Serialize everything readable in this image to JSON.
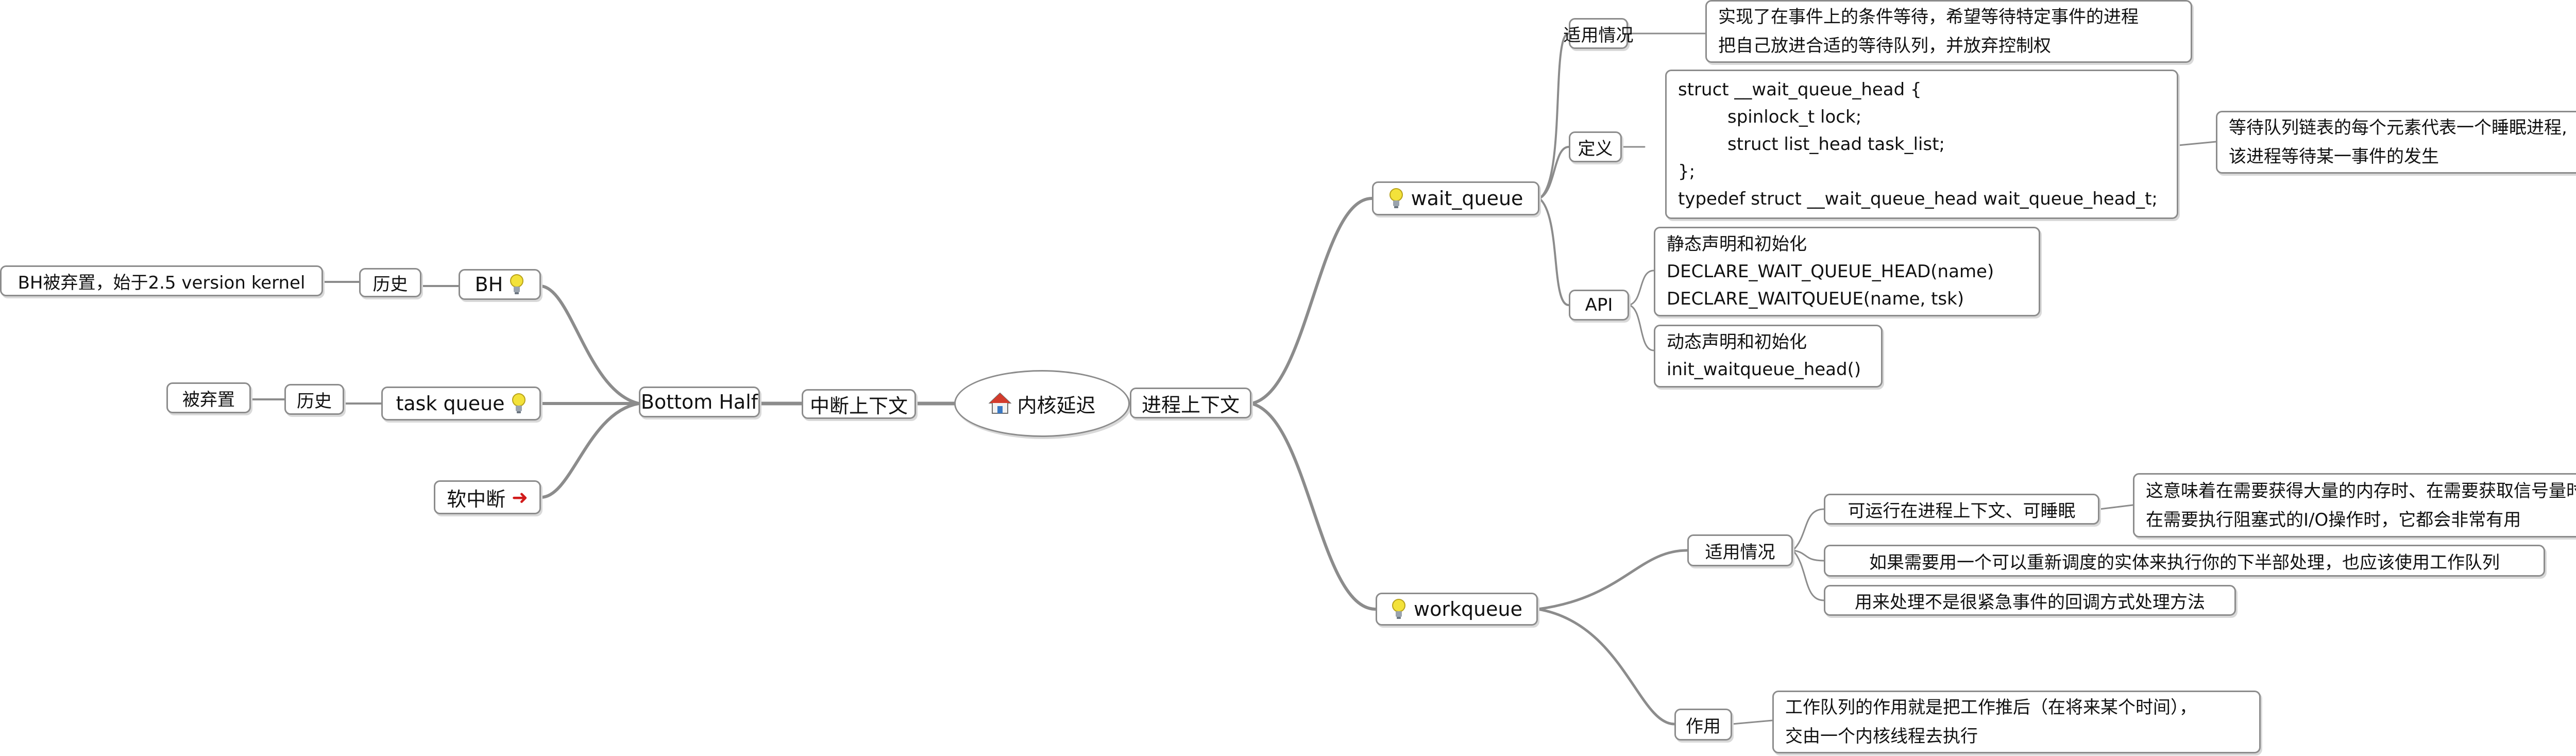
{
  "root": {
    "label": "内核延迟",
    "icon": "house-icon"
  },
  "left": {
    "bottom_half": "Bottom Half",
    "interrupt_context": "中断上下文",
    "bh": {
      "label": "BH",
      "icon": "lightbulb-icon",
      "history": "历史",
      "note": "BH被弃置，始于2.5 version kernel"
    },
    "task_queue": {
      "label": "task queue",
      "icon": "lightbulb-icon",
      "history": "历史",
      "note": "被弃置"
    },
    "softirq": {
      "label": "软中断",
      "icon": "red-arrow-icon"
    }
  },
  "right": {
    "process_context": "进程上下文",
    "wait_queue": {
      "label": "wait_queue",
      "icon": "lightbulb-icon",
      "usage": {
        "label": "适用情况",
        "lines": [
          "实现了在事件上的条件等待，希望等待特定事件的进程",
          "把自己放进合适的等待队列，并放弃控制权"
        ]
      },
      "definition": {
        "label": "定义",
        "code": [
          "struct __wait_queue_head {",
          "spinlock_t lock;",
          "struct list_head task_list;",
          "};",
          "typedef struct __wait_queue_head wait_queue_head_t;"
        ],
        "note": [
          "等待队列链表的每个元素代表一个睡眠进程,",
          "该进程等待某一事件的发生"
        ]
      },
      "api": {
        "label": "API",
        "static": [
          "静态声明和初始化",
          "DECLARE_WAIT_QUEUE_HEAD(name)",
          "DECLARE_WAITQUEUE(name, tsk)"
        ],
        "dynamic": [
          "动态声明和初始化",
          "init_waitqueue_head()"
        ]
      }
    },
    "workqueue": {
      "label": "workqueue",
      "icon": "lightbulb-icon",
      "usage": {
        "label": "适用情况",
        "runnable": "可运行在进程上下文、可睡眠",
        "runnable_detail": [
          "这意味着在需要获得大量的内存时、在需要获取信号量时，",
          "在需要执行阻塞式的I/O操作时，它都会非常有用"
        ],
        "reschedulable": "如果需要用一个可以重新调度的实体来执行你的下半部处理，也应该使用工作队列",
        "non_urgent": "用来处理不是很紧急事件的回调方式处理方法"
      },
      "role": {
        "label": "作用",
        "lines": [
          "工作队列的作用就是把工作推后（在将来某个时间），",
          "交由一个内核线程去执行"
        ]
      }
    }
  },
  "colors": {
    "line": "#8c8c8c",
    "border": "#8c8c8c",
    "bulb": "#f3e23a",
    "arrow": "#d11a1a"
  }
}
